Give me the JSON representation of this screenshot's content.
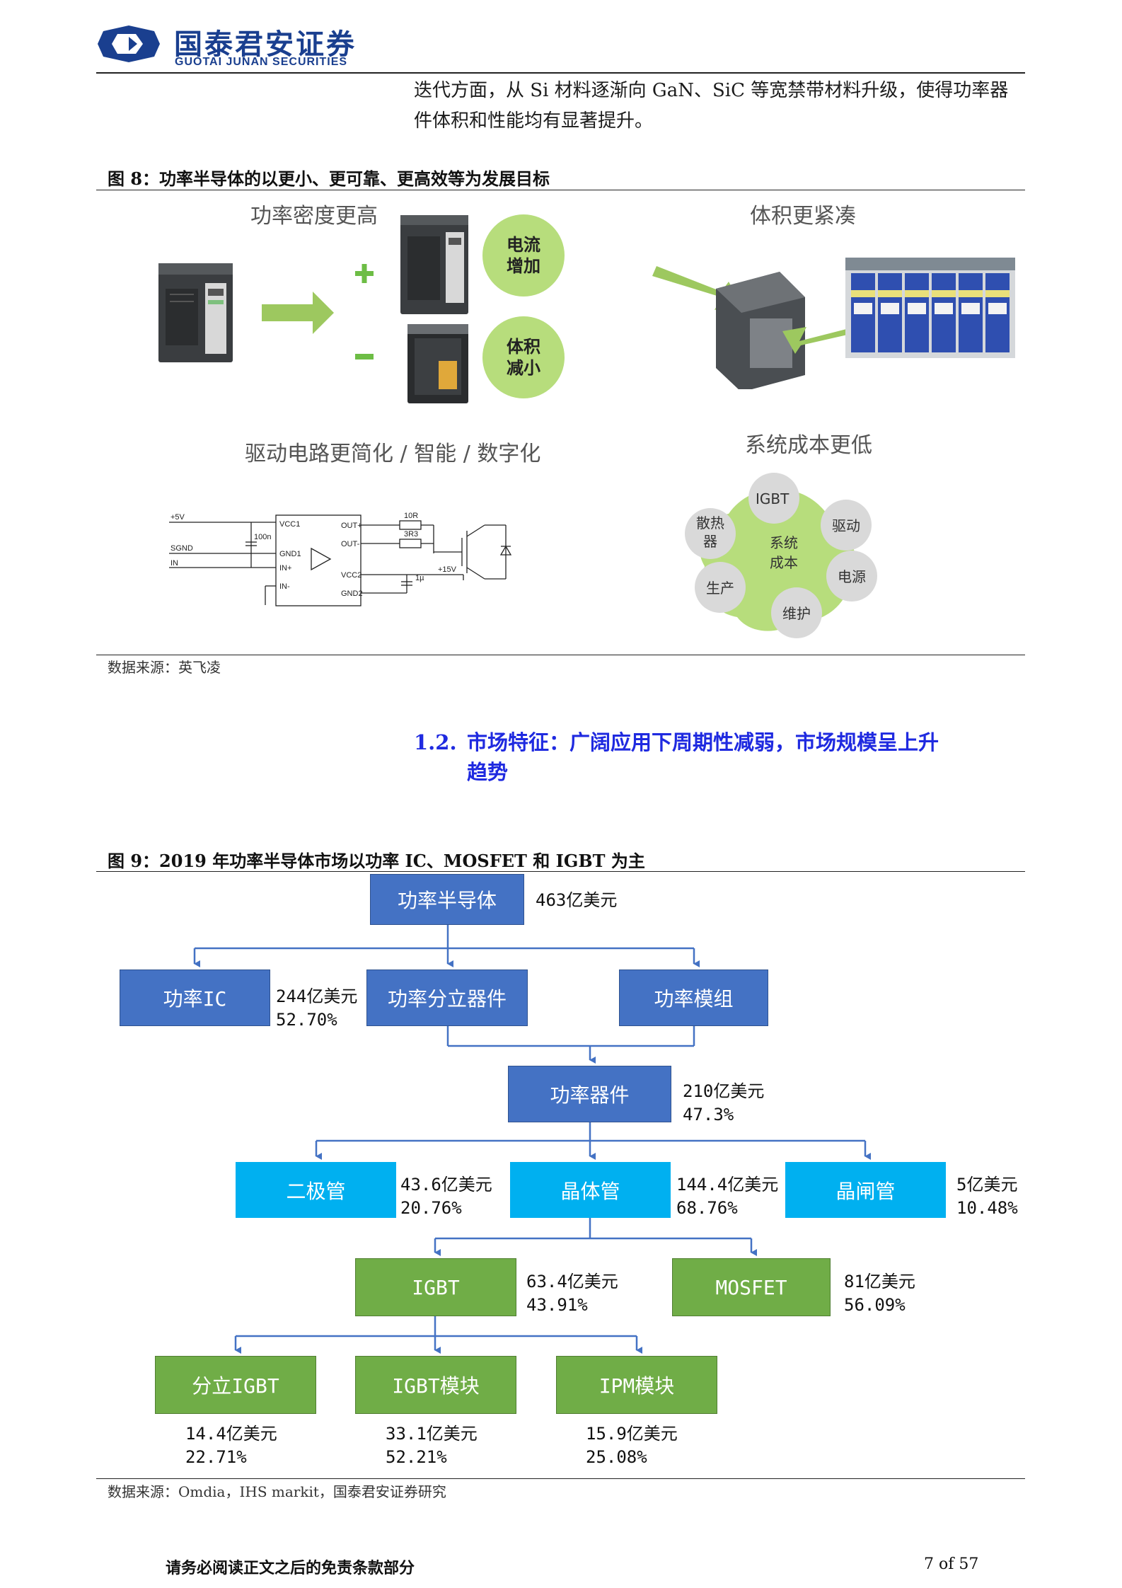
{
  "header": {
    "logo_cn": "国泰君安证券",
    "logo_en": "GUOTAI JUNAN SECURITIES"
  },
  "intro": {
    "line1": "迭代方面，从 Si 材料逐渐向 GaN、SiC 等宽禁带材料升级，使得功率器",
    "line2": "件体积和性能均有显著提升。"
  },
  "figure8": {
    "caption": "图 8：功率半导体的以更小、更可靠、更高效等为发展目标",
    "q1_title": "功率密度更高",
    "q1_bubble_top": [
      "电流",
      "增加"
    ],
    "q1_bubble_bottom": [
      "体积",
      "减小"
    ],
    "q2_title": "体积更紧凑",
    "q3_title": "驱动电路更简化 / 智能 / 数字化",
    "q4_title": "系统成本更低",
    "schematic_labels": [
      "+5V",
      "SGND",
      "IN",
      "100n",
      "VCC1",
      "GND1",
      "IN+",
      "IN-",
      "OUT+",
      "OUT-",
      "VCC2",
      "GND2",
      "10R",
      "3R3",
      "+15V",
      "1µ"
    ],
    "cost_center": [
      "系统",
      "成本"
    ],
    "cost_petals": [
      "IGBT",
      "驱动",
      "电源",
      "维护",
      "生产",
      "散热",
      "器"
    ],
    "source": "数据来源：英飞凌"
  },
  "section": {
    "number": "1.2.",
    "title_line1": "市场特征：广阔应用下周期性减弱，市场规模呈上升",
    "title_line2": "趋势"
  },
  "figure9": {
    "caption": "图 9：2019 年功率半导体市场以功率 IC、MOSFET 和 IGBT 为主",
    "nodes": {
      "root": {
        "label": "功率半导体",
        "value": "463亿美元"
      },
      "power_ic": {
        "label": "功率IC",
        "value": "244亿美元",
        "share": "52.70%"
      },
      "discrete": {
        "label": "功率分立器件"
      },
      "module": {
        "label": "功率模组"
      },
      "device": {
        "label": "功率器件",
        "value": "210亿美元",
        "share": "47.3%"
      },
      "diode": {
        "label": "二极管",
        "value": "43.6亿美元",
        "share": "20.76%"
      },
      "transistor": {
        "label": "晶体管",
        "value": "144.4亿美元",
        "share": "68.76%"
      },
      "thyristor": {
        "label": "晶闸管",
        "value": "5亿美元",
        "share": "10.48%"
      },
      "igbt": {
        "label": "IGBT",
        "value": "63.4亿美元",
        "share": "43.91%"
      },
      "mosfet": {
        "label": "MOSFET",
        "value": "81亿美元",
        "share": "56.09%"
      },
      "discrete_igbt": {
        "label": "分立IGBT",
        "value": "14.4亿美元",
        "share": "22.71%"
      },
      "igbt_module": {
        "label": "IGBT模块",
        "value": "33.1亿美元",
        "share": "52.21%"
      },
      "ipm_module": {
        "label": "IPM模块",
        "value": "15.9亿美元",
        "share": "25.08%"
      }
    },
    "source": "数据来源：Omdia，IHS markit，国泰君安证券研究"
  },
  "footer": {
    "disclaimer": "请务必阅读正文之后的免责条款部分",
    "page": "7 of 57"
  },
  "colors": {
    "brand_blue": "#1a3f8f",
    "section_blue": "#1f2ae0",
    "box_blue": "#4472c4",
    "box_cyan": "#00b0f0",
    "box_green": "#70ad47",
    "connector": "#4472c4"
  }
}
